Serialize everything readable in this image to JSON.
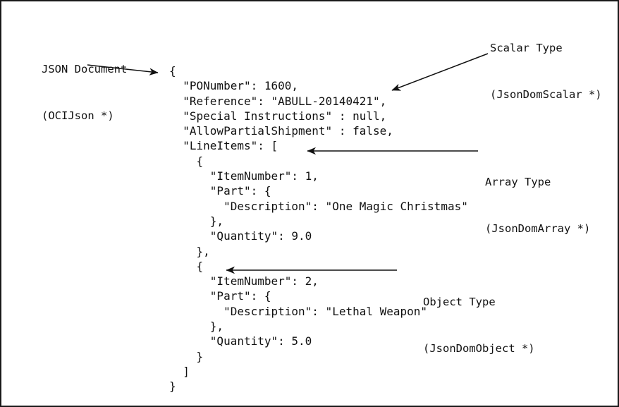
{
  "figure": {
    "title": "JSON DOM structure annotation diagram",
    "background_color": "#ffffff",
    "border_color": "#1a1a1a",
    "text_color": "#111111"
  },
  "annotations": [
    {
      "id": "json-document",
      "line1": "JSON Document",
      "line2": "(OCIJson *)",
      "points_to": "root-open-brace",
      "arrow_direction": "right"
    },
    {
      "id": "scalar-type",
      "line1": "Scalar Type",
      "line2": "(JsonDomScalar *)",
      "points_to": "ponumber-value-1600",
      "arrow_direction": "down-left"
    },
    {
      "id": "array-type",
      "line1": "Array Type",
      "line2": "(JsonDomArray *)",
      "points_to": "lineitems-open-bracket",
      "arrow_direction": "left"
    },
    {
      "id": "object-type",
      "line1": "Object Type",
      "line2": "(JsonDomObject *)",
      "points_to": "second-element-open-brace",
      "arrow_direction": "left"
    }
  ],
  "json_document": {
    "lines": [
      "{",
      "  \"PONumber\": 1600,",
      "  \"Reference\": \"ABULL-20140421\",",
      "  \"Special Instructions\" : null,",
      "  \"AllowPartialShipment\" : false,",
      "  \"LineItems\": [",
      "    {",
      "      \"ItemNumber\": 1,",
      "      \"Part\": {",
      "        \"Description\": \"One Magic Christmas\"",
      "      },",
      "      \"Quantity\": 9.0",
      "    },",
      "    {",
      "      \"ItemNumber\": 2,",
      "      \"Part\": {",
      "        \"Description\": \"Lethal Weapon\"",
      "      },",
      "      \"Quantity\": 5.0",
      "    }",
      "  ]",
      "}"
    ],
    "values": {
      "PONumber": "1600",
      "Reference": "ABULL-20140421",
      "Special Instructions": "null",
      "AllowPartialShipment": "false",
      "LineItems": [
        {
          "ItemNumber": "1",
          "Part": {
            "Description": "One Magic Christmas"
          },
          "Quantity": "9.0"
        },
        {
          "ItemNumber": "2",
          "Part": {
            "Description": "Lethal Weapon"
          },
          "Quantity": "5.0"
        }
      ]
    }
  }
}
